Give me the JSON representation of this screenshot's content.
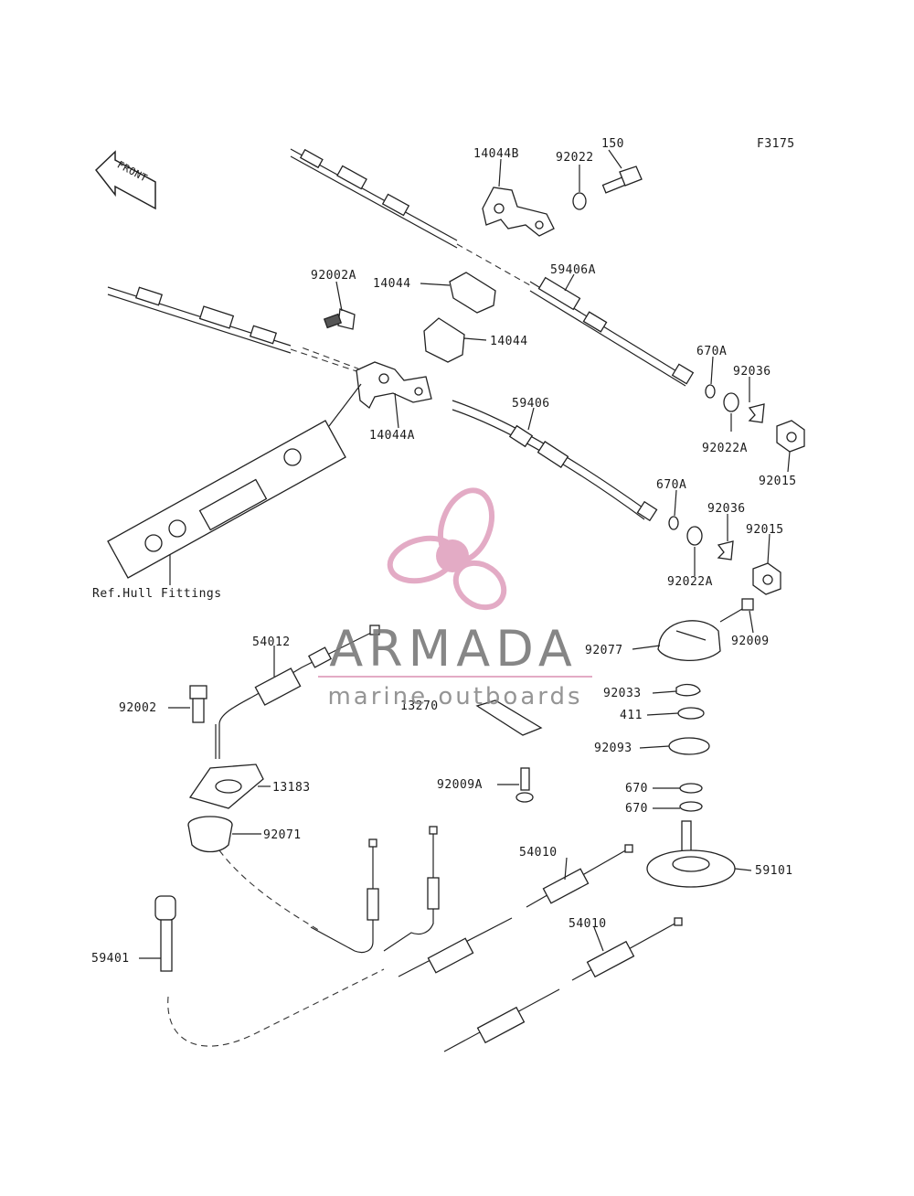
{
  "figure_code": "F3175",
  "front_label": "FRONT",
  "ref_note": "Ref.Hull Fittings",
  "watermark": {
    "brand": "ARMADA",
    "tagline": "marine outboards",
    "accent_color": "#e0a3bf"
  },
  "callouts": {
    "p150": "150",
    "p92022": "92022",
    "p14044B": "14044B",
    "p59406A": "59406A",
    "p92002A": "92002A",
    "p14044_top": "14044",
    "p14044_mid": "14044",
    "p670A_top": "670A",
    "p92036_top": "92036",
    "p92022A_top": "92022A",
    "p92015_top": "92015",
    "p14044A": "14044A",
    "p59406": "59406",
    "p670A_low": "670A",
    "p92036_low": "92036",
    "p92015_low": "92015",
    "p92022A_low": "92022A",
    "p92009": "92009",
    "p92077": "92077",
    "p54012": "54012",
    "p92002": "92002",
    "p13270": "13270",
    "p92033": "92033",
    "p411": "411",
    "p92093": "92093",
    "p13183": "13183",
    "p92009A": "92009A",
    "p670_a": "670",
    "p670_b": "670",
    "p92071": "92071",
    "p54010_a": "54010",
    "p59101": "59101",
    "p54010_b": "54010",
    "p59401": "59401"
  }
}
